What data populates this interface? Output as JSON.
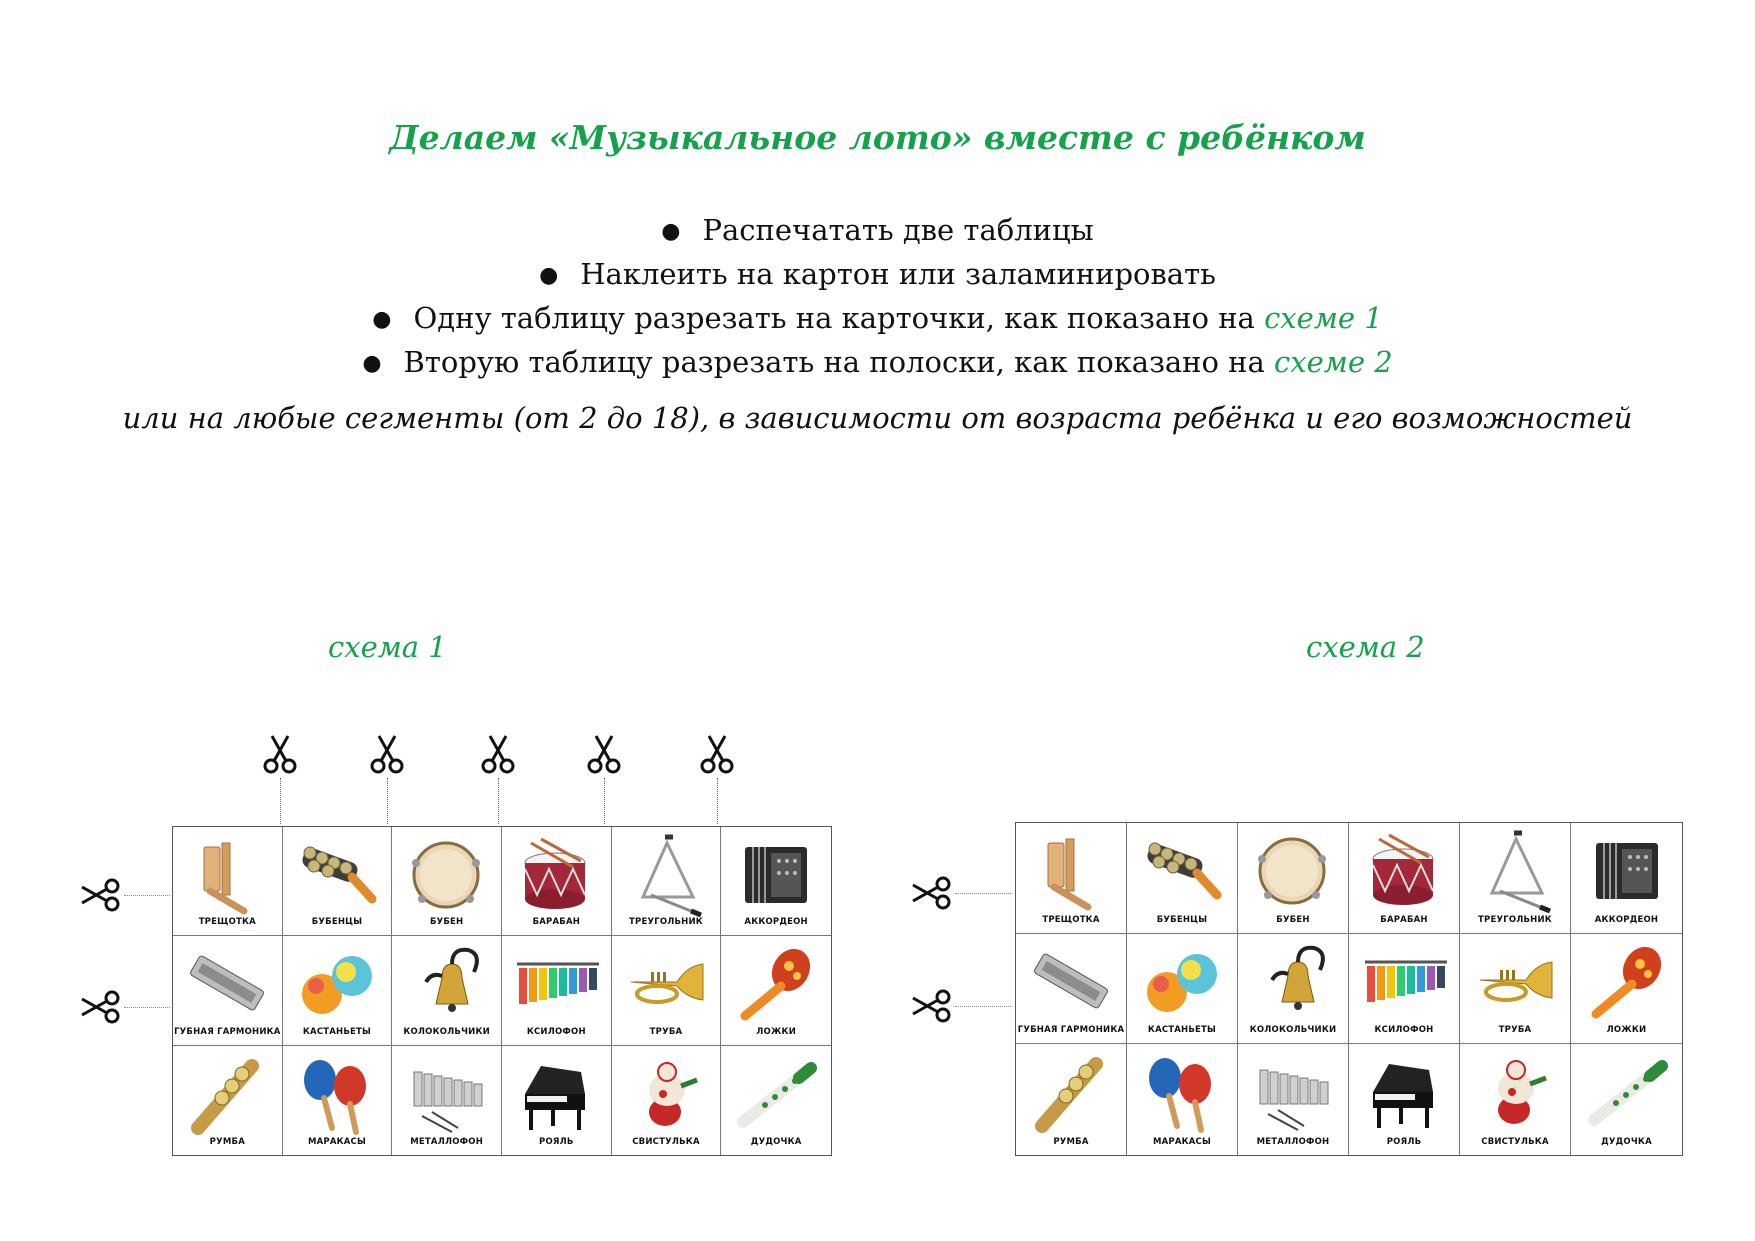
{
  "title": "Делаем «Музыкальное лото» вместе с ребёнком",
  "steps": [
    {
      "text": "Распечатать две таблицы",
      "link": ""
    },
    {
      "text": "Наклеить на картон или заламинировать",
      "link": ""
    },
    {
      "text": "Одну таблицу разрезать на карточки, как показано на ",
      "link": "схеме 1"
    },
    {
      "text": "Вторую таблицу разрезать на полоски, как показано на ",
      "link": "схеме 2"
    }
  ],
  "note": "или на любые сегменты (от 2 до 18), в зависимости от возраста ребёнка и его возможностей",
  "scheme1_label": "схема 1",
  "scheme2_label": "схема 2",
  "instruments": [
    {
      "label": "ТРЕЩОТКА",
      "icon": "ratchet-icon"
    },
    {
      "label": "БУБЕНЦЫ",
      "icon": "sleigh-bells-icon"
    },
    {
      "label": "БУБЕН",
      "icon": "tambourine-icon"
    },
    {
      "label": "БАРАБАН",
      "icon": "drum-icon"
    },
    {
      "label": "ТРЕУГОЛЬНИК",
      "icon": "triangle-icon"
    },
    {
      "label": "АККОРДЕОН",
      "icon": "accordion-icon"
    },
    {
      "label": "ГУБНАЯ ГАРМОНИКА",
      "icon": "harmonica-icon"
    },
    {
      "label": "КАСТАНЬЕТЫ",
      "icon": "castanets-icon"
    },
    {
      "label": "КОЛОКОЛЬЧИКИ",
      "icon": "handbell-icon"
    },
    {
      "label": "КСИЛОФОН",
      "icon": "xylophone-icon"
    },
    {
      "label": "ТРУБА",
      "icon": "trumpet-icon"
    },
    {
      "label": "ЛОЖКИ",
      "icon": "spoons-icon"
    },
    {
      "label": "РУМБА",
      "icon": "rumba-icon"
    },
    {
      "label": "МАРАКАСЫ",
      "icon": "maracas-icon"
    },
    {
      "label": "МЕТАЛЛОФОН",
      "icon": "metallophone-icon"
    },
    {
      "label": "РОЯЛЬ",
      "icon": "grand-piano-icon"
    },
    {
      "label": "СВИСТУЛЬКА",
      "icon": "whistle-icon"
    },
    {
      "label": "ДУДОЧКА",
      "icon": "pipe-icon"
    }
  ],
  "colors": {
    "accent": "#16a14a",
    "text": "#111111",
    "grid_border": "#555555"
  }
}
